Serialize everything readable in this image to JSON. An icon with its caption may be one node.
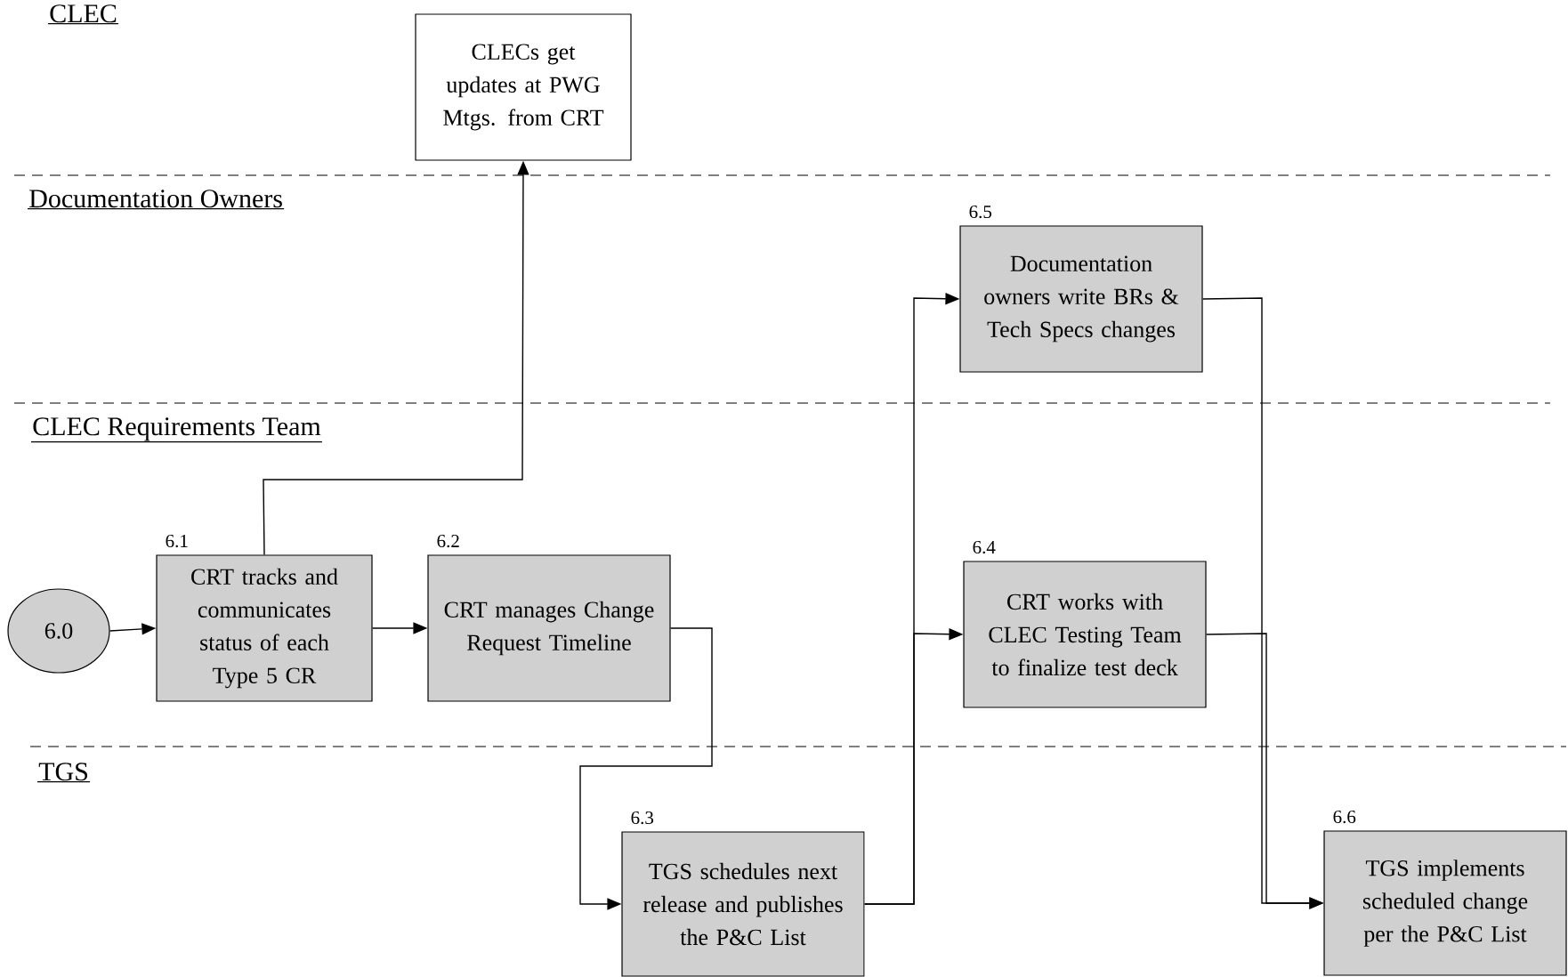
{
  "diagram": {
    "nodes": [
      {
        "text": [
          "CLECs get updates at PWG Mtgs. from CRT"
        ]
      },
      {
        "text": [
          "Documentation owners write BRs & Tech Specs changes"
        ],
        "beside": [
          "6.5"
        ]
      },
      {
        "text": [
          "6.0"
        ]
      },
      {
        "text": [
          "CRT tracks and communicates status of each Type 5 CR"
        ],
        "beside": [
          "6.1"
        ]
      },
      {
        "text": [
          "CRT manages Change Request Timeline"
        ],
        "beside": [
          "6.2"
        ]
      },
      {
        "text": [
          "CRT works with CLEC Testing Team to finalize test deck"
        ],
        "beside": [
          "6.4"
        ]
      },
      {
        "text": [
          "TGS schedules next release and publishes the P&C List"
        ],
        "beside": [
          "6.3"
        ]
      },
      {
        "text": [
          "TGS implements scheduled change per the P&C List"
        ],
        "beside": [
          "6.6"
        ]
      }
    ],
    "edges": [
      {
        "from": 2,
        "to": 3,
        "arrow": "to"
      },
      {
        "from": 3,
        "to": 4,
        "arrow": "to"
      },
      {
        "from": 3,
        "to": 0,
        "arrow": "to"
      },
      {
        "from": 4,
        "to": 6,
        "arrow": "to"
      },
      {
        "from": 6,
        "to": 1,
        "arrow": "to"
      },
      {
        "from": 6,
        "to": 5,
        "arrow": "to"
      },
      {
        "from": 1,
        "to": 7,
        "arrow": "to"
      },
      {
        "from": 5,
        "to": 7,
        "arrow": "to"
      }
    ],
    "labels": [
      "CLEC",
      "Documentation Owners",
      "CLEC Requirements Team",
      "TGS"
    ]
  }
}
